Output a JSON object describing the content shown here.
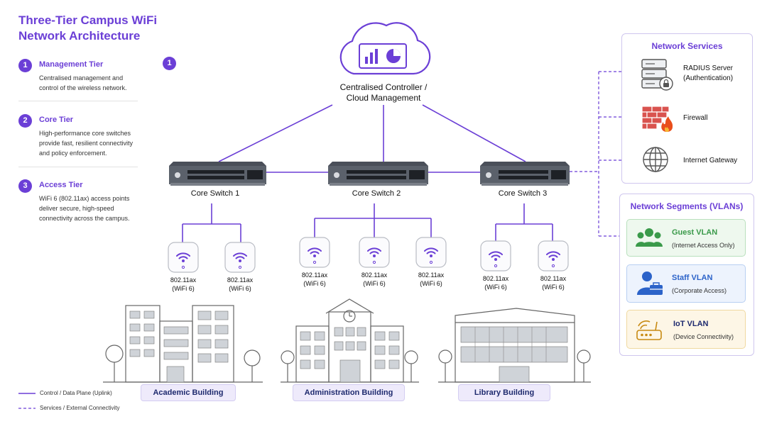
{
  "title": "Three-Tier Campus WiFi Network Architecture",
  "tiers": [
    {
      "num": "1",
      "name": "Management Tier",
      "desc": "Centralised management and control of the wireless network."
    },
    {
      "num": "2",
      "name": "Core Tier",
      "desc": "High-performance core switches provide fast, resilient connectivity and policy enforcement."
    },
    {
      "num": "3",
      "name": "Access Tier",
      "desc": "WiFi 6 (802.11ax) access points deliver secure, high-speed connectivity across the campus."
    }
  ],
  "floating_badge": "1",
  "controller": {
    "line1": "Centralised Controller /",
    "line2": "Cloud Management"
  },
  "switches": [
    "Core Switch 1",
    "Core Switch 2",
    "Core Switch 3"
  ],
  "ap": {
    "line1": "802.11ax",
    "line2": "(WiFi 6)"
  },
  "buildings": [
    "Academic Building",
    "Administration Building",
    "Library Building"
  ],
  "network_services": {
    "title": "Network Services",
    "items": [
      {
        "name": "RADIUS Server",
        "sub": "(Authentication)",
        "icon": "server-lock-icon"
      },
      {
        "name": "Firewall",
        "sub": "",
        "icon": "firewall-icon"
      },
      {
        "name": "Internet Gateway",
        "sub": "",
        "icon": "globe-icon"
      }
    ]
  },
  "vlans": {
    "title": "Network Segments (VLANs)",
    "items": [
      {
        "name": "Guest VLAN",
        "desc": "(Internet Access Only)",
        "color": "#3a9a4a",
        "bg": "#eef8ee",
        "border": "#b9e0bd"
      },
      {
        "name": "Staff VLAN",
        "desc": "(Corporate Access)",
        "color": "#2c63c9",
        "bg": "#edf3fd",
        "border": "#b8cff2"
      },
      {
        "name": "IoT VLAN",
        "desc": "(Device Connectivity)",
        "color": "#c88a12",
        "bg": "#fdf6e6",
        "border": "#f0d9a0"
      }
    ]
  },
  "legend": {
    "solid": "Control / Data Plane (Uplink)",
    "dashed": "Services / External Connectivity"
  },
  "colors": {
    "accent": "#6b3fd6",
    "line": "#6b3fd6"
  }
}
